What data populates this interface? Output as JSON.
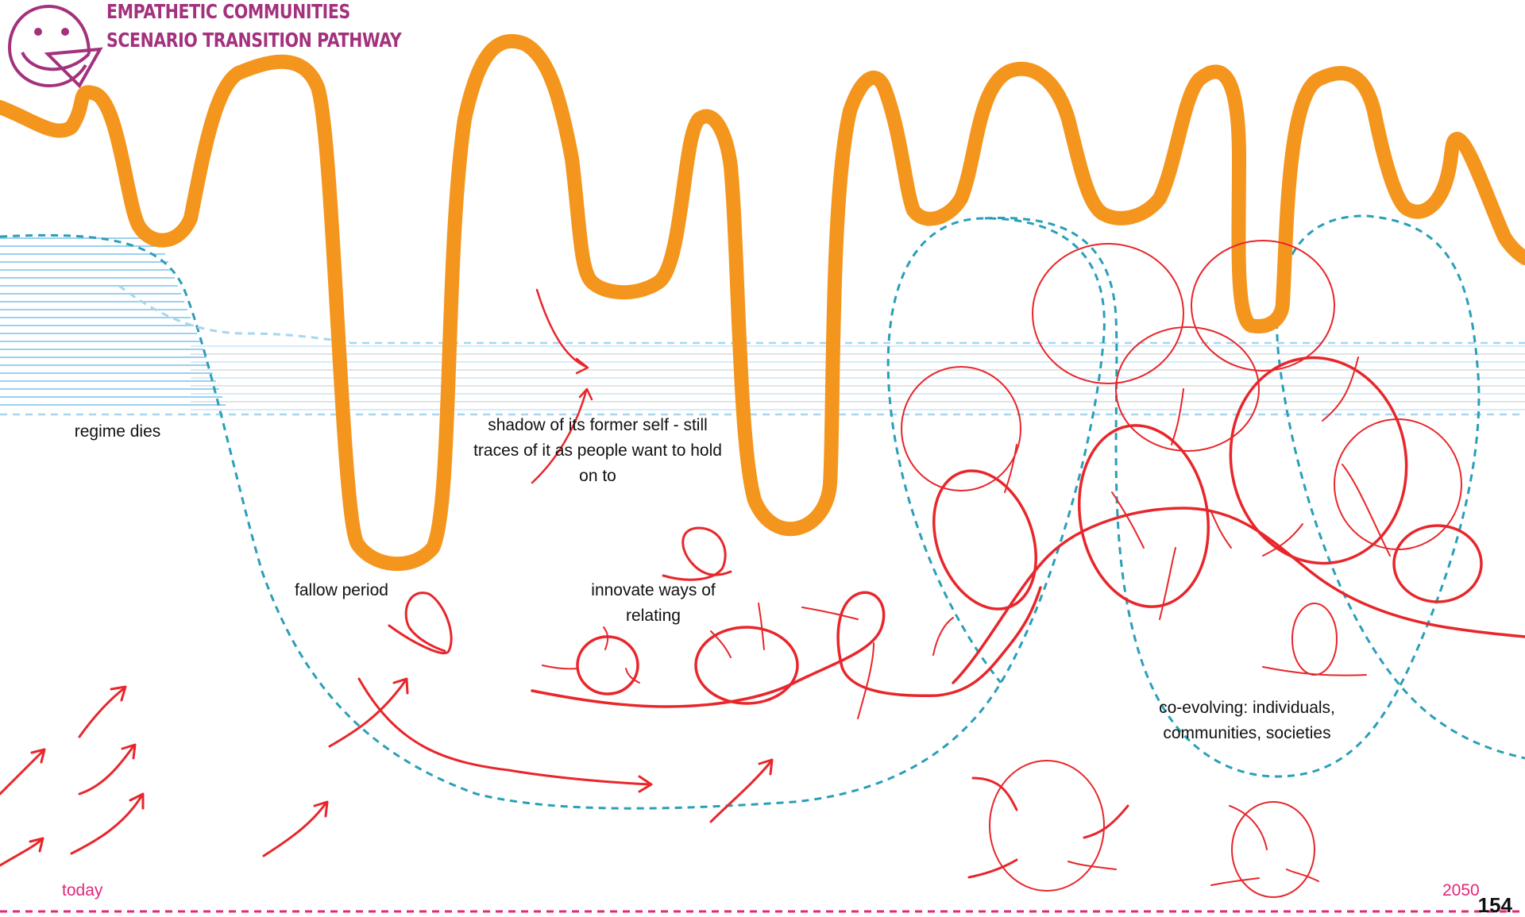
{
  "header": {
    "title_line1": "EMPATHETIC COMMUNITIES",
    "title_line2": "SCENARIO TRANSITION PATHWAY"
  },
  "annotations": {
    "regime_dies": "regime dies",
    "shadow": "shadow of its former self - still traces of it as people want to hold on to",
    "fallow_period": "fallow period",
    "innovate": "innovate ways of relating",
    "co_evolving": "co-evolving: individuals, communities, societies"
  },
  "timeline": {
    "start_label": "today",
    "end_label": "2050"
  },
  "page_number": "154",
  "colors": {
    "landscape": "#f4961e",
    "regime": "#4aa7d8",
    "niche_boundary": "#2a9fb8",
    "innovation": "#e8262b",
    "accent": "#a3317d",
    "timeline": "#e1287a"
  },
  "icons": {
    "logo": "smiling-face-logo-icon"
  }
}
